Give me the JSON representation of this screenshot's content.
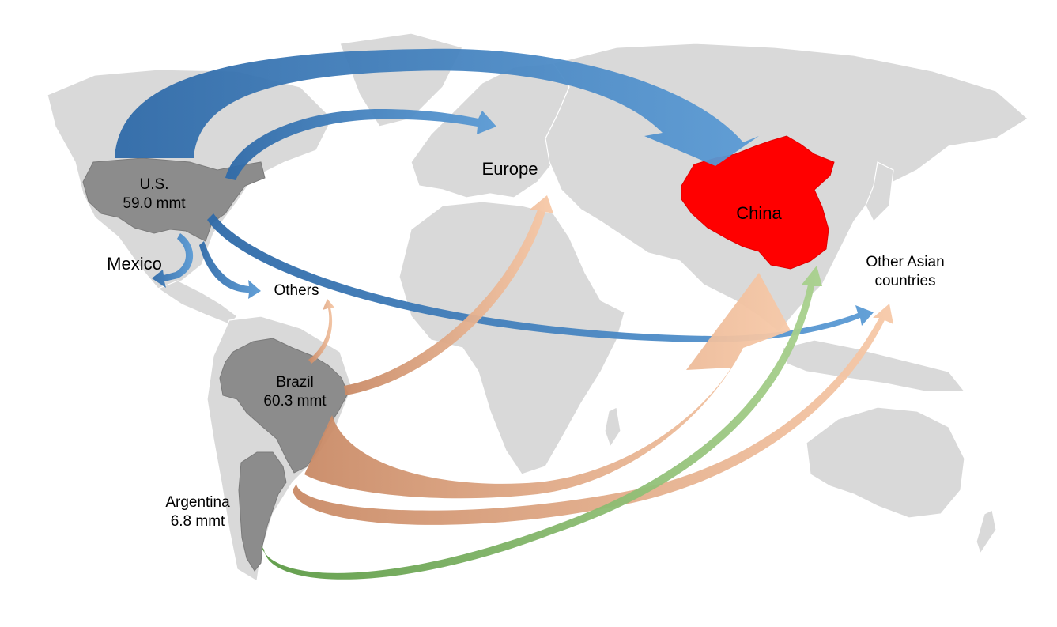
{
  "colors": {
    "land": "#d9d9d9",
    "exporter": "#8c8c8c",
    "china": "#ff0000",
    "us_flow": "#4a86c8",
    "brazil_flow": "#e8a27a",
    "argentina_flow": "#7fb867"
  },
  "exporters": [
    {
      "name": "U.S.",
      "volume": "59.0 mmt"
    },
    {
      "name": "Brazil",
      "volume": "60.3 mmt"
    },
    {
      "name": "Argentina",
      "volume": "6.8 mmt"
    }
  ],
  "destinations": {
    "china": "China",
    "europe": "Europe",
    "mexico": "Mexico",
    "others": "Others",
    "other_asian_line1": "Other Asian",
    "other_asian_line2": "countries"
  }
}
